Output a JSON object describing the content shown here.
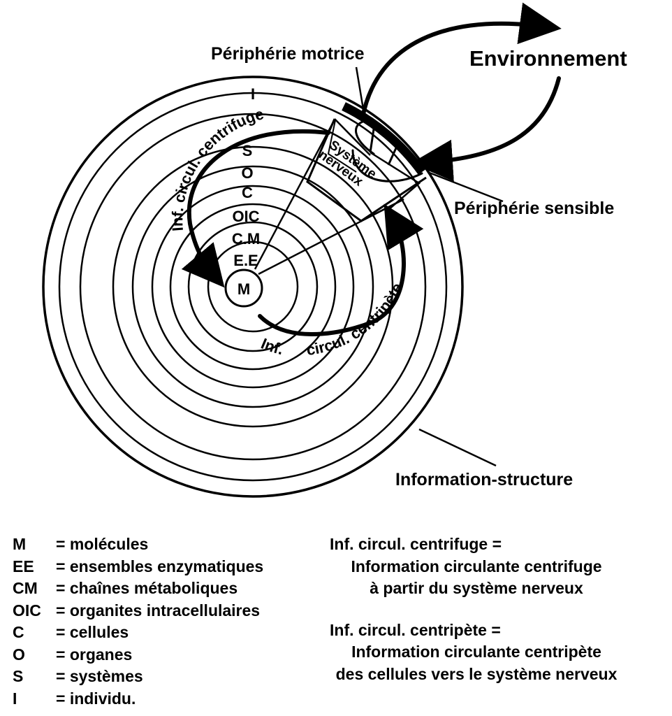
{
  "labels": {
    "environnement": "Environnement",
    "peripherie_motrice": "Périphérie motrice",
    "peripherie_sensible": "Périphérie sensible",
    "information_structure": "Information-structure",
    "systeme_nerveux_1": "Système",
    "systeme_nerveux_2": "nerveux",
    "inf_centrifuge_arc": "Inf. circul. centrifuge",
    "inf_centripete_arc_1": "Inf.",
    "inf_centripete_arc_2": "circul. centripète"
  },
  "rings": [
    "I",
    "S",
    "O",
    "C",
    "OIC",
    "C.M",
    "E.E",
    "M"
  ],
  "legend_left": [
    {
      "abbr": "M",
      "text": "= molécules"
    },
    {
      "abbr": "EE",
      "text": "= ensembles enzymatiques"
    },
    {
      "abbr": "CM",
      "text": "= chaînes métaboliques"
    },
    {
      "abbr": "OIC",
      "text": "= organites intracellulaires"
    },
    {
      "abbr": "C",
      "text": "= cellules"
    },
    {
      "abbr": "O",
      "text": "= organes"
    },
    {
      "abbr": "S",
      "text": "= systèmes"
    },
    {
      "abbr": "I",
      "text": "= individu."
    }
  ],
  "legend_right": {
    "centrifuge_head": "Inf. circul. centrifuge =",
    "centrifuge_lines": [
      "Information circulante centrifuge",
      "à partir du système nerveux"
    ],
    "centripete_head": "Inf. circul. centripète =",
    "centripete_lines": [
      "Information circulante centripète",
      "des cellules vers le système nerveux"
    ]
  }
}
